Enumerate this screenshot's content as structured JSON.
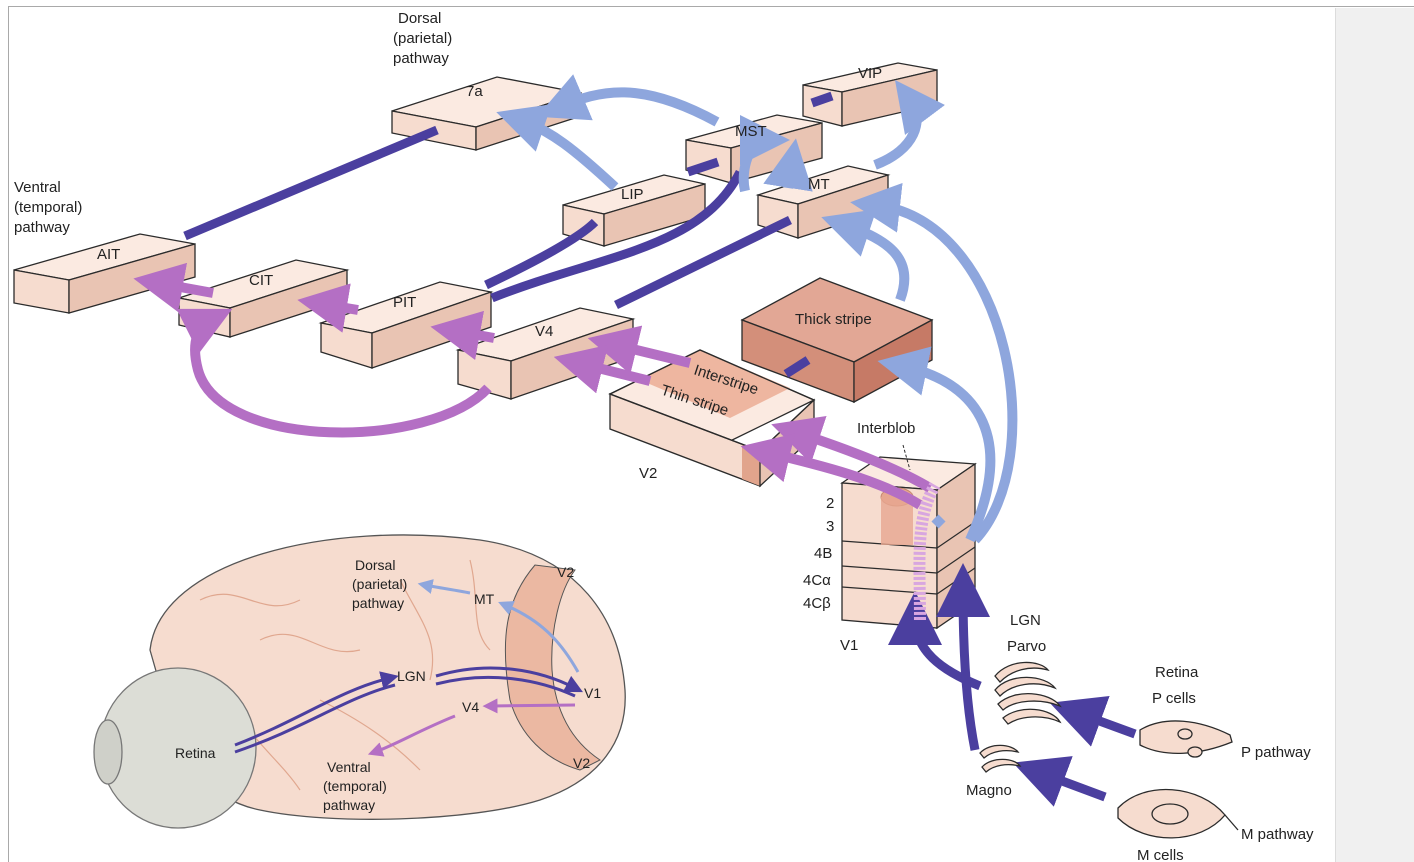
{
  "labels": {
    "dorsal_top": [
      "Dorsal",
      "(parietal)",
      "pathway"
    ],
    "ventral_top": [
      "Ventral",
      "(temporal)",
      "pathway"
    ],
    "area_7a": "7a",
    "area_vip": "VIP",
    "area_mst": "MST",
    "area_mt": "MT",
    "area_lip": "LIP",
    "area_ait": "AIT",
    "area_cit": "CIT",
    "area_pit": "PIT",
    "area_v4": "V4",
    "thick_stripe": "Thick stripe",
    "interstripe": "Interstripe",
    "thin_stripe": "Thin stripe",
    "v2": "V2",
    "interblob": "Interblob",
    "layer_2": "2",
    "layer_3": "3",
    "layer_4b": "4B",
    "layer_4ca": "4Cα",
    "layer_4cb": "4Cβ",
    "v1": "V1",
    "lgn": "LGN",
    "parvo": "Parvo",
    "magno": "Magno",
    "retina": "Retina",
    "p_cells": "P cells",
    "p_pathway": "P pathway",
    "m_pathway": "M pathway",
    "m_cells": "M cells"
  },
  "brain": {
    "dorsal": [
      "Dorsal",
      "(parietal)",
      "pathway"
    ],
    "ventral": [
      "Ventral",
      "(temporal)",
      "pathway"
    ],
    "mt": "MT",
    "lgn": "LGN",
    "v1": "V1",
    "v4": "V4",
    "v2_top": "V2",
    "v2_bottom": "V2",
    "retina": "Retina"
  },
  "colors": {
    "box": "#f6dccf",
    "thick": "#d99a86",
    "dark_arrow": "#4b3f9f",
    "blue_arrow": "#8ea6dd",
    "purple_arrow": "#b46fc4"
  }
}
